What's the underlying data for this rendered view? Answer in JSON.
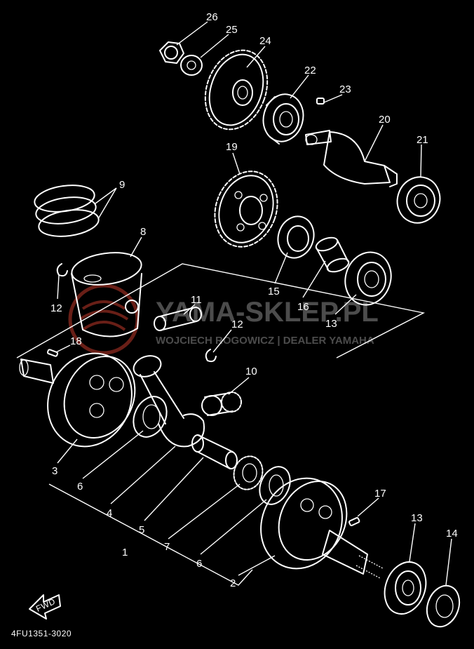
{
  "diagram": {
    "drawing_code": "4FU1351-3020",
    "front_arrow_label": "FWD",
    "callouts": [
      "26",
      "25",
      "24",
      "22",
      "23",
      "20",
      "21",
      "19",
      "9",
      "8",
      "12",
      "15",
      "16",
      "13",
      "11",
      "12",
      "18",
      "10",
      "3",
      "6",
      "4",
      "5",
      "1",
      "7",
      "6",
      "2",
      "17",
      "13",
      "14"
    ]
  },
  "watermark": {
    "brand": "YAMA-SKLEP.PL",
    "tagline": "WOJCIECH ROGOWICZ | DEALER YAMAHA",
    "color": "#b0b0b0",
    "logo_color": "#c0392b"
  },
  "colors": {
    "background": "#000000",
    "lines": "#ffffff"
  }
}
